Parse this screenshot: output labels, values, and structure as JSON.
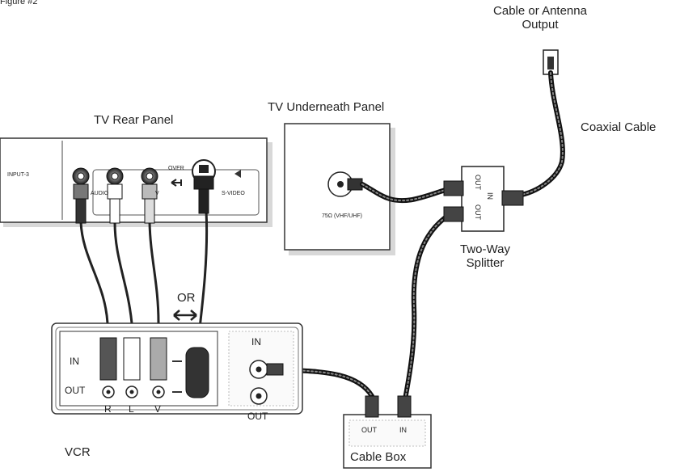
{
  "figure_label": "Figure #2",
  "tv_rear_panel": {
    "title": "TV Rear Panel",
    "input_label": "INPUT-3",
    "audio_label": "AUDIO",
    "video_label": "V",
    "over_label": "OVER",
    "svideo_label": "S-VIDEO"
  },
  "tv_underneath_panel": {
    "title": "TV Underneath Panel",
    "port_label": "75Ω (VHF/UHF)"
  },
  "antenna": {
    "title_line1": "Cable or Antenna",
    "title_line2": "Output"
  },
  "coaxial_label": "Coaxial Cable",
  "splitter": {
    "title_line1": "Two-Way",
    "title_line2": "Splitter",
    "port_in": "IN",
    "port_out1": "OUT",
    "port_out2": "OUT"
  },
  "or_label": "OR",
  "vcr": {
    "title": "VCR",
    "in_label": "IN",
    "out_label": "OUT",
    "r_label": "R",
    "l_label": "L",
    "v_label": "V",
    "rf_in_label": "IN",
    "rf_out_label": "OUT"
  },
  "cable_box": {
    "title": "Cable Box",
    "out_label": "OUT",
    "in_label": "IN"
  }
}
